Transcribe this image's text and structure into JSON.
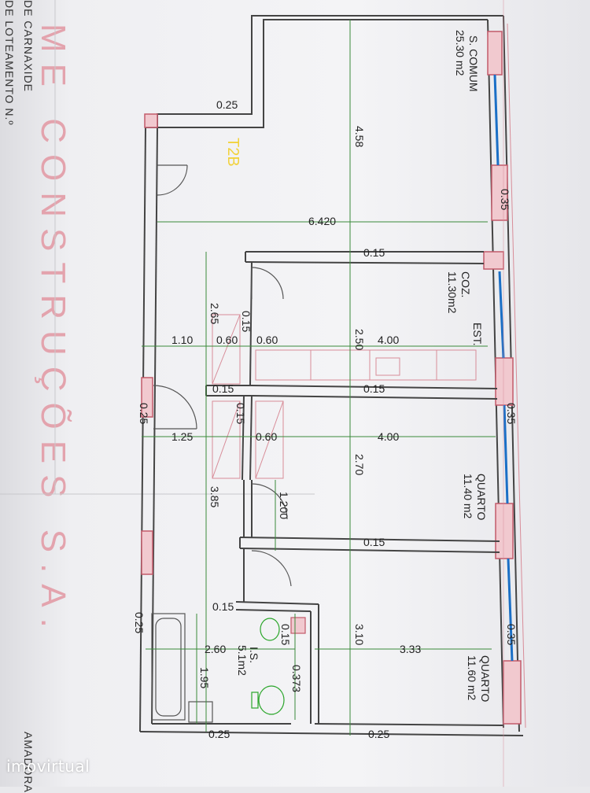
{
  "company": {
    "brand_text": "ME CONSTRUÇÕES S.A.",
    "line1": "DE CARNAXIDE",
    "line2": "DE LOTEAMENTO N.º",
    "line3": "AMADORA"
  },
  "plan": {
    "typology": "T2B",
    "rooms": [
      {
        "name": "S. COMUM",
        "area": "25.30 m2"
      },
      {
        "name": "COZ.",
        "area": "11.30m2"
      },
      {
        "name": "QUARTO",
        "area": "11.40 m2"
      },
      {
        "name": "QUARTO",
        "area": "11.60 m2"
      },
      {
        "name": "I.S.",
        "area": "5.1m2"
      }
    ],
    "est_label": "EST.",
    "dimensions": {
      "d025_top": "0.25",
      "d458": "4.58",
      "d035_a": "0.35",
      "d6420": "6.420",
      "d015_a": "0.15",
      "d250": "2.50",
      "d265": "2.65",
      "d110": "1.10",
      "d060_a": "0.60",
      "d060_b": "0.60",
      "d400_a": "4.00",
      "d015_b": "0.15",
      "d015_c": "0.15",
      "d015_d": "0.15",
      "d015_e": "0.15",
      "d025_a": "0.25",
      "d035_b": "0.35",
      "d125": "1.25",
      "d060_c": "0.60",
      "d400_b": "4.00",
      "d270": "2.70",
      "d1200": "1.200",
      "d385": "3.85",
      "d015_f": "0.15",
      "d015_g": "0.15",
      "d015_h": "0.15",
      "d310": "3.10",
      "d333": "3.33",
      "d035_c": "0.35",
      "d025_b": "0.25",
      "d260": "2.60",
      "d373": "0.373",
      "d195": "1.95",
      "d025_c": "0.25",
      "d025_d": "0.25"
    }
  },
  "footer": {
    "logo": "imovirtual"
  },
  "colors": {
    "wall": "#d88c98",
    "window": "#1b6fc6",
    "dim": "#3a8a3a",
    "typology": "#f2d23c"
  }
}
